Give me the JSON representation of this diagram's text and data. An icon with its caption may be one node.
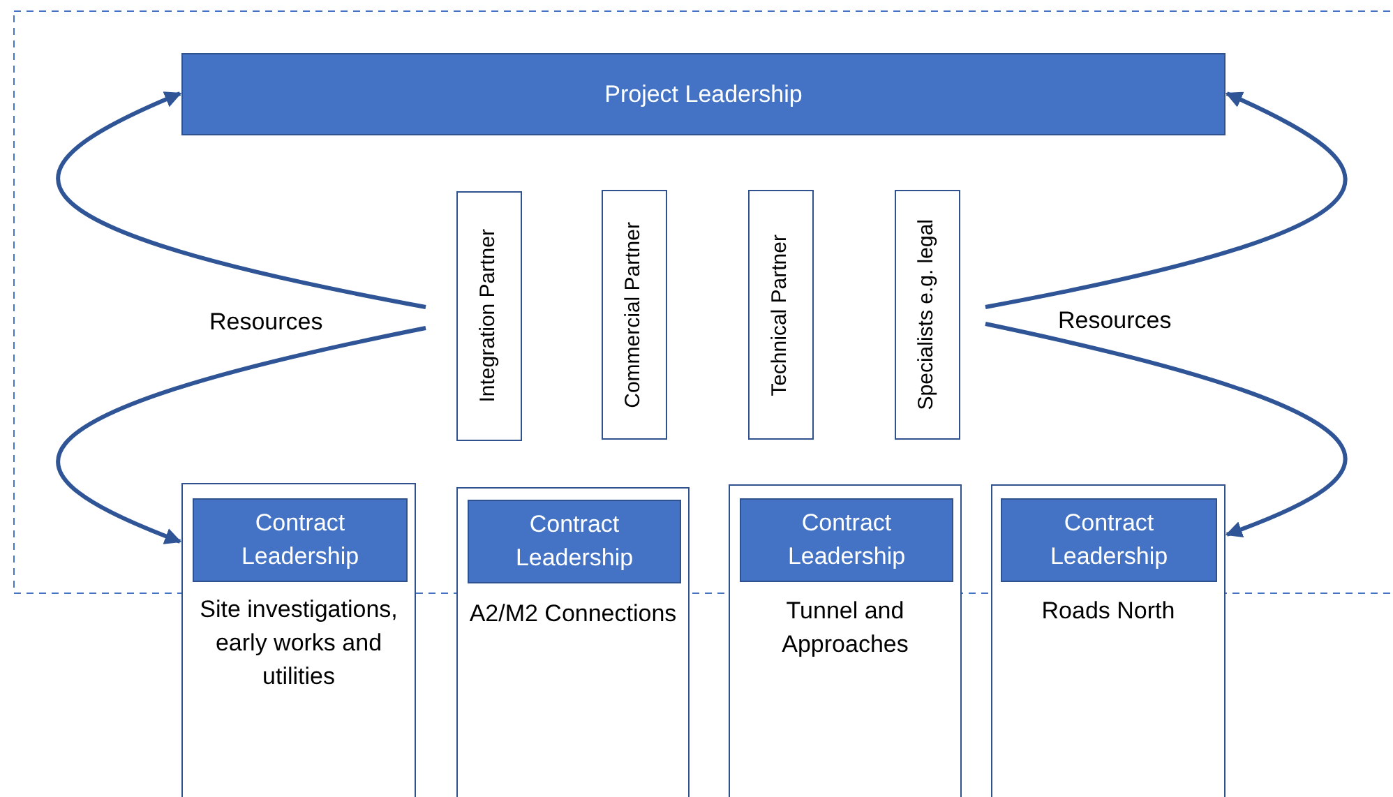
{
  "diagram": {
    "nodes": [
      {
        "text": [
          "Project Leadership"
        ]
      },
      {
        "text": [
          "Integration Partner"
        ]
      },
      {
        "text": [
          "Commercial Partner"
        ]
      },
      {
        "text": [
          "Technical Partner"
        ]
      },
      {
        "text": [
          "Specialists e.g. legal"
        ]
      },
      {
        "text": [
          "Site investigations, early works and utilities"
        ]
      },
      {
        "text": [
          "Contract Leadership"
        ],
        "in": 5
      },
      {
        "text": [
          "A2/M2 Connections"
        ]
      },
      {
        "text": [
          "Contract Leadership"
        ],
        "in": 7
      },
      {
        "text": [
          "Tunnel and Approaches"
        ]
      },
      {
        "text": [
          "Contract Leadership"
        ],
        "in": 9
      },
      {
        "text": [
          "Roads North"
        ]
      },
      {
        "text": [
          "Contract Leadership"
        ],
        "in": 11
      }
    ],
    "edges": [
      {
        "from": null,
        "to": 0,
        "arrow": "to"
      },
      {
        "from": null,
        "to": 5,
        "arrow": "to"
      },
      {
        "from": null,
        "to": 0,
        "arrow": "to"
      },
      {
        "from": null,
        "to": 11,
        "arrow": "to"
      }
    ],
    "labels": [
      "Resources",
      "Resources"
    ]
  }
}
